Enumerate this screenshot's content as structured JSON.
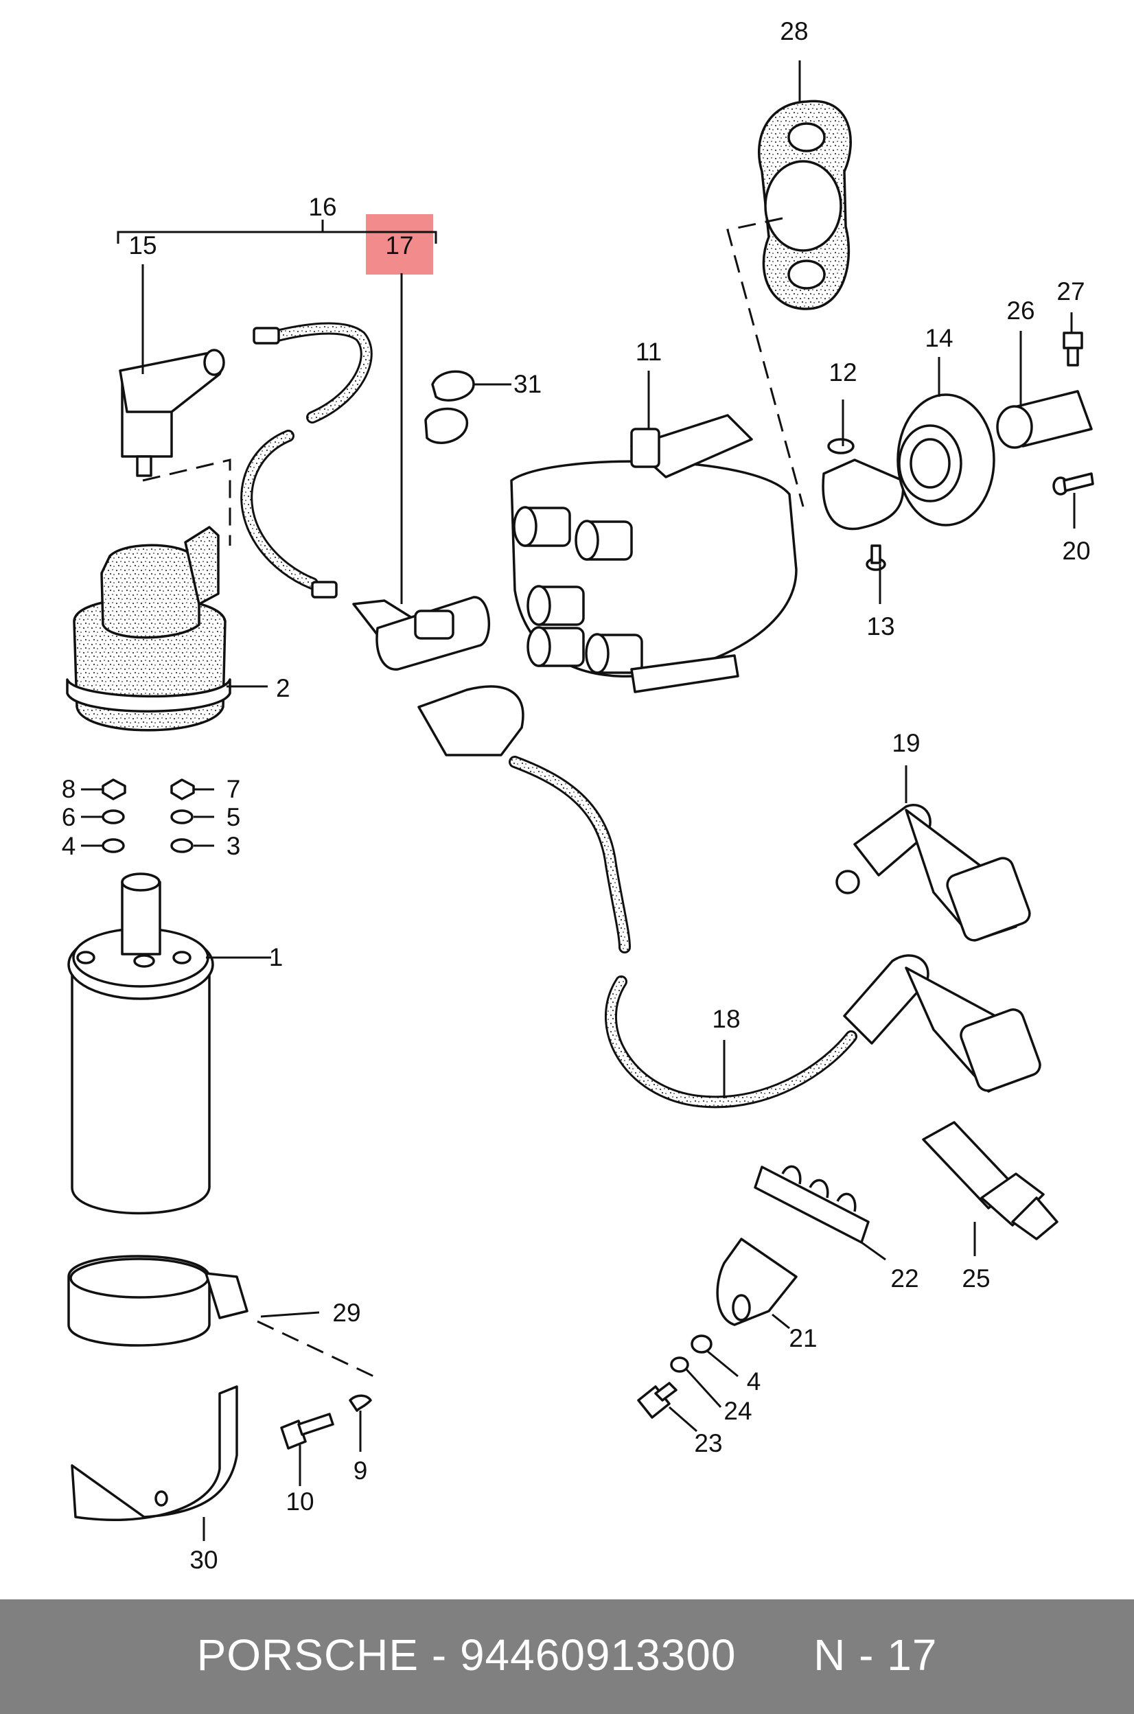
{
  "diagram": {
    "callouts": {
      "c1": "1",
      "c2": "2",
      "c3": "3",
      "c4a": "4",
      "c4b": "4",
      "c5": "5",
      "c6": "6",
      "c7": "7",
      "c8": "8",
      "c9": "9",
      "c10": "10",
      "c11": "11",
      "c12": "12",
      "c13": "13",
      "c14": "14",
      "c15": "15",
      "c16": "16",
      "c17": "17",
      "c18": "18",
      "c19": "19",
      "c20": "20",
      "c21": "21",
      "c22": "22",
      "c23": "23",
      "c24": "24",
      "c25": "25",
      "c26": "26",
      "c27": "27",
      "c28": "28",
      "c29": "29",
      "c30": "30",
      "c31": "31"
    },
    "highlighted_callout": "17",
    "highlight_color": "#f28b8b"
  },
  "footer": {
    "text": "PORSCHE - 94460913300      N - 17",
    "background": "#808080",
    "text_color": "#ffffff"
  }
}
